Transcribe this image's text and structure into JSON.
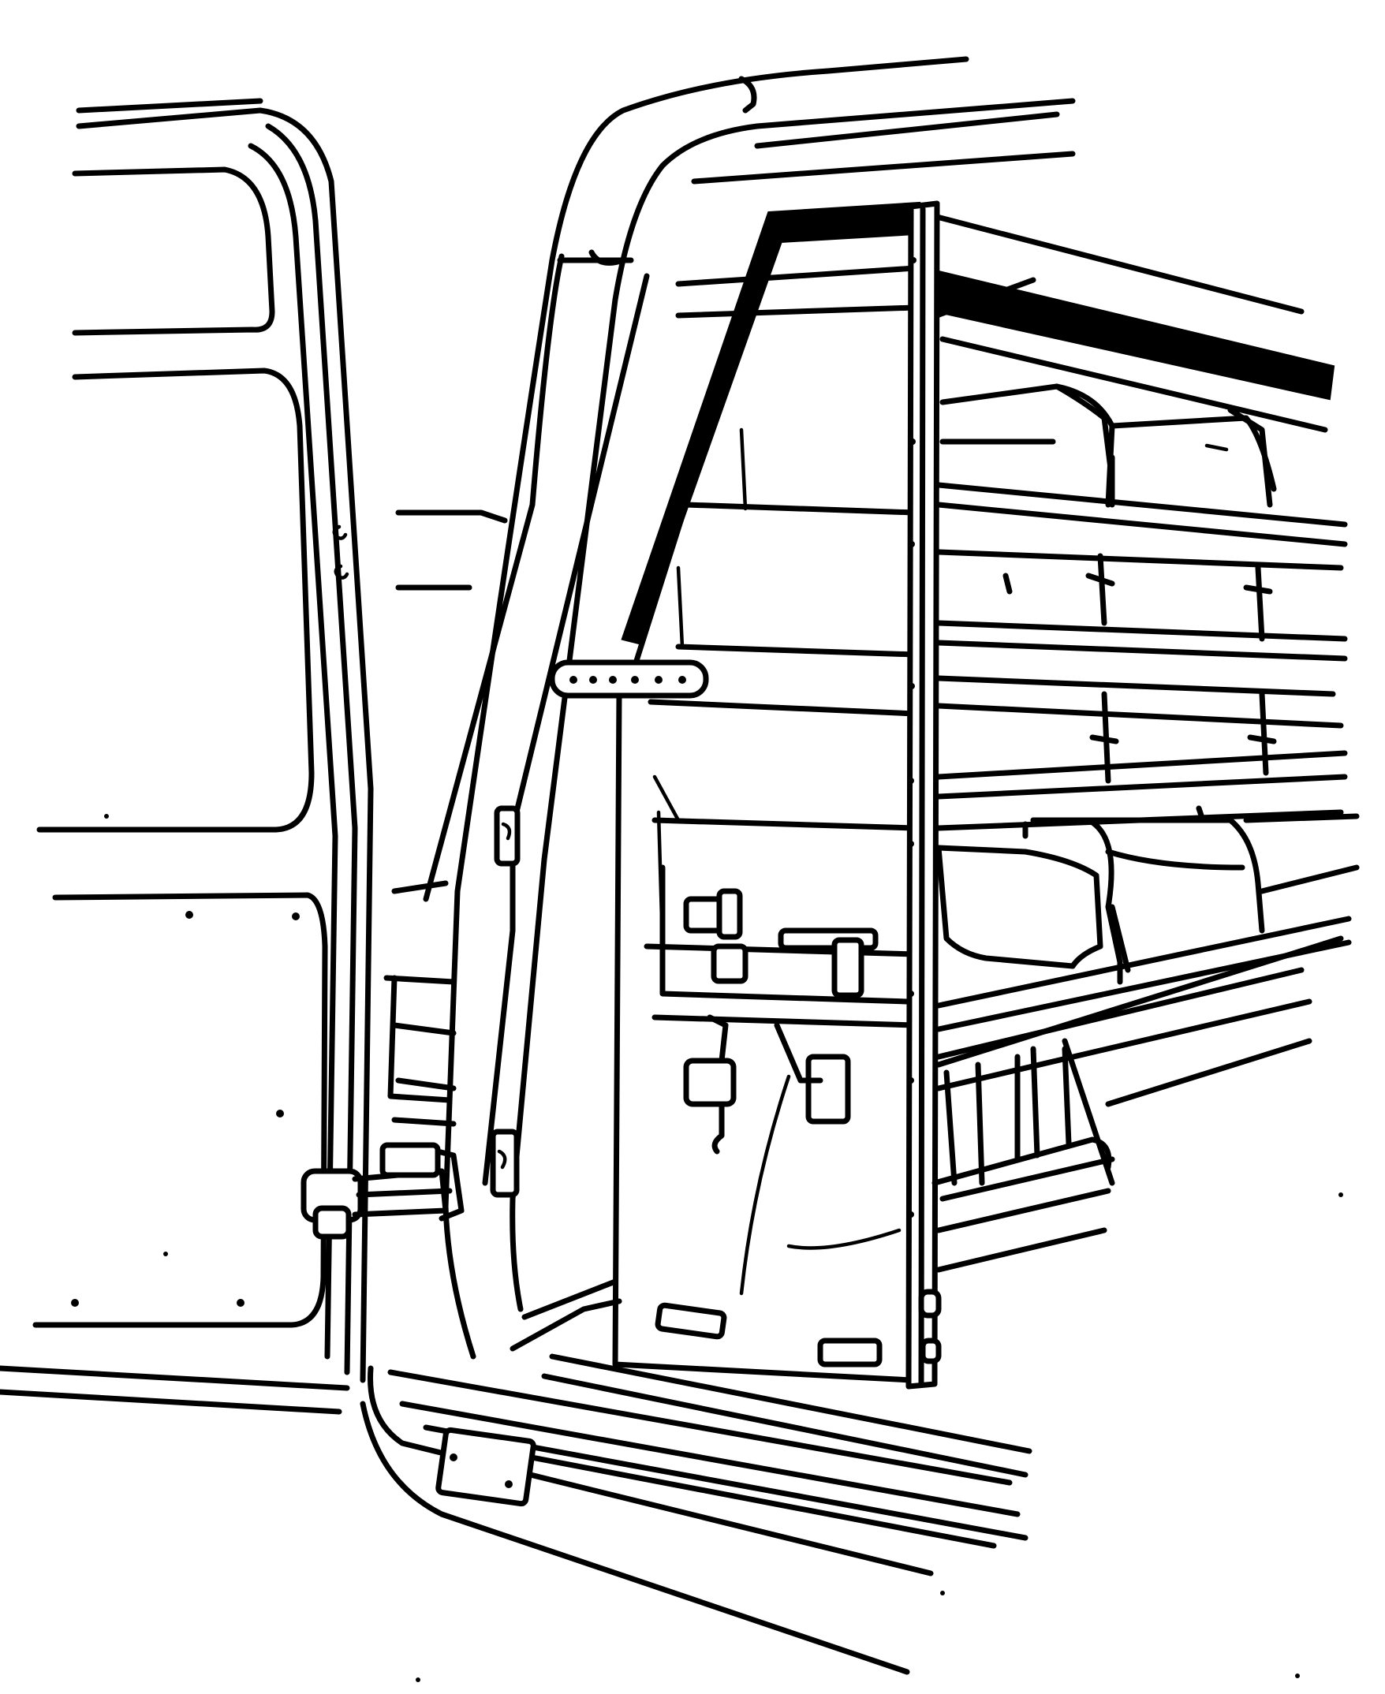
{
  "figure": {
    "kind": "line-drawing",
    "subject": "van-side-door-shelving",
    "ink_color": "#000000",
    "paper_color": "#ffffff",
    "mesh_fill": "dotted-halftone"
  }
}
